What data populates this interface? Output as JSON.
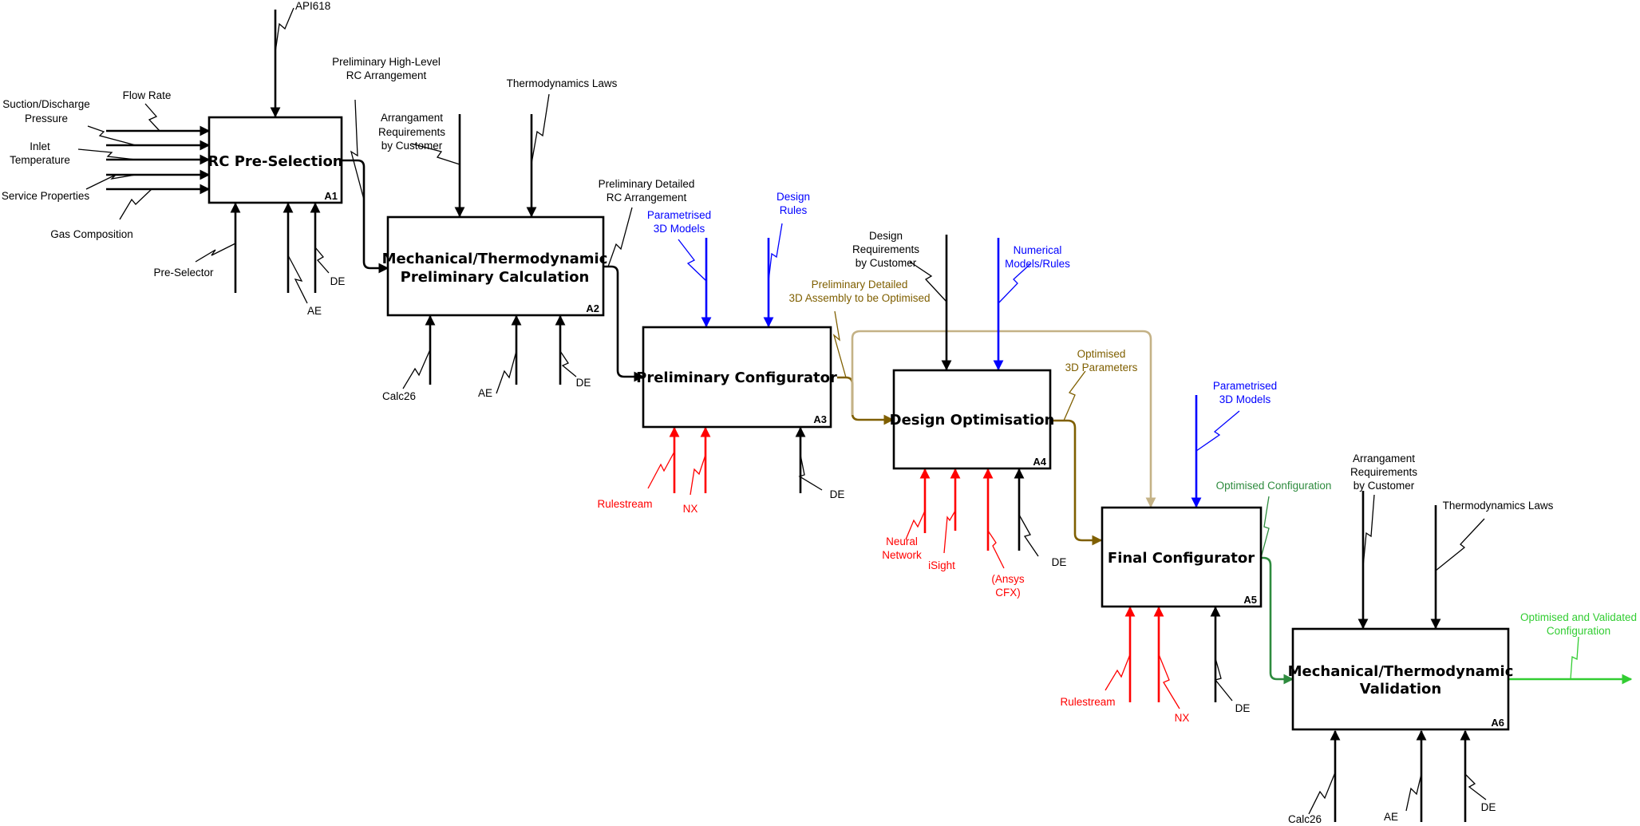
{
  "colors": {
    "black": "#000000",
    "blue": "#0000ff",
    "red": "#ff0000",
    "brown": "#7f5f00",
    "tan": "#c4b286",
    "dark_green": "#2e8b3e",
    "light_green": "#32cd32"
  },
  "activities": {
    "a1": {
      "title_lines": [
        "RC Pre-Selection"
      ],
      "id": "A1"
    },
    "a2": {
      "title_lines": [
        "Mechanical/Thermodynamic",
        "Preliminary Calculation"
      ],
      "id": "A2"
    },
    "a3": {
      "title_lines": [
        "Preliminary Configurator"
      ],
      "id": "A3"
    },
    "a4": {
      "title_lines": [
        "Design Optimisation"
      ],
      "id": "A4"
    },
    "a5": {
      "title_lines": [
        "Final Configurator"
      ],
      "id": "A5"
    },
    "a6": {
      "title_lines": [
        "Mechanical/Thermodynamic",
        "Validation"
      ],
      "id": "A6"
    }
  },
  "labels": {
    "api618": [
      "API618"
    ],
    "flow_rate": [
      "Flow Rate"
    ],
    "suction_pressure": [
      "Suction/Discharge",
      "Pressure"
    ],
    "inlet_temperature": [
      "Inlet",
      "Temperature"
    ],
    "service_properties": [
      "Service Properties"
    ],
    "gas_composition": [
      "Gas Composition"
    ],
    "pre_selector": [
      "Pre-Selector"
    ],
    "a1_ae": [
      "AE"
    ],
    "a1_de": [
      "DE"
    ],
    "prelim_high_level": [
      "Preliminary High-Level",
      "RC Arrangement"
    ],
    "arrangement_req_1": [
      "Arrangament",
      "Requirements",
      "by Customer"
    ],
    "thermo_laws_1": [
      "Thermodynamics Laws"
    ],
    "calc26_1": [
      "Calc26"
    ],
    "a2_ae": [
      "AE"
    ],
    "a2_de": [
      "DE"
    ],
    "prelim_detailed_rc": [
      "Preliminary Detailed",
      "RC Arrangement"
    ],
    "param_3d_models_1": [
      "Parametrised",
      "3D Models"
    ],
    "design_rules": [
      "Design",
      "Rules"
    ],
    "rulestream_1": [
      "Rulestream"
    ],
    "nx_1": [
      "NX"
    ],
    "a3_de": [
      "DE"
    ],
    "prelim_assembly": [
      "Preliminary Detailed",
      "3D Assembly to be Optimised"
    ],
    "design_req": [
      "Design",
      "Requirements",
      "by Customer"
    ],
    "numerical_models": [
      "Numerical",
      "Models/Rules"
    ],
    "neural_network": [
      "Neural",
      "Network"
    ],
    "isight": [
      "iSight"
    ],
    "ansys_cfx": [
      "(Ansys",
      "CFX)"
    ],
    "a4_de": [
      "DE"
    ],
    "optimised_3d_params": [
      "Optimised",
      "3D Parameters"
    ],
    "param_3d_models_2": [
      "Parametrised",
      "3D Models"
    ],
    "rulestream_2": [
      "Rulestream"
    ],
    "nx_2": [
      "NX"
    ],
    "a5_de": [
      "DE"
    ],
    "optimised_configuration": [
      "Optimised Configuration"
    ],
    "arrangement_req_2": [
      "Arrangament",
      "Requirements",
      "by Customer"
    ],
    "thermo_laws_2": [
      "Thermodynamics Laws"
    ],
    "calc26_2": [
      "Calc26"
    ],
    "a6_ae": [
      "AE"
    ],
    "a6_de": [
      "DE"
    ],
    "optimised_validated": [
      "Optimised and Validated",
      "Configuration"
    ]
  }
}
